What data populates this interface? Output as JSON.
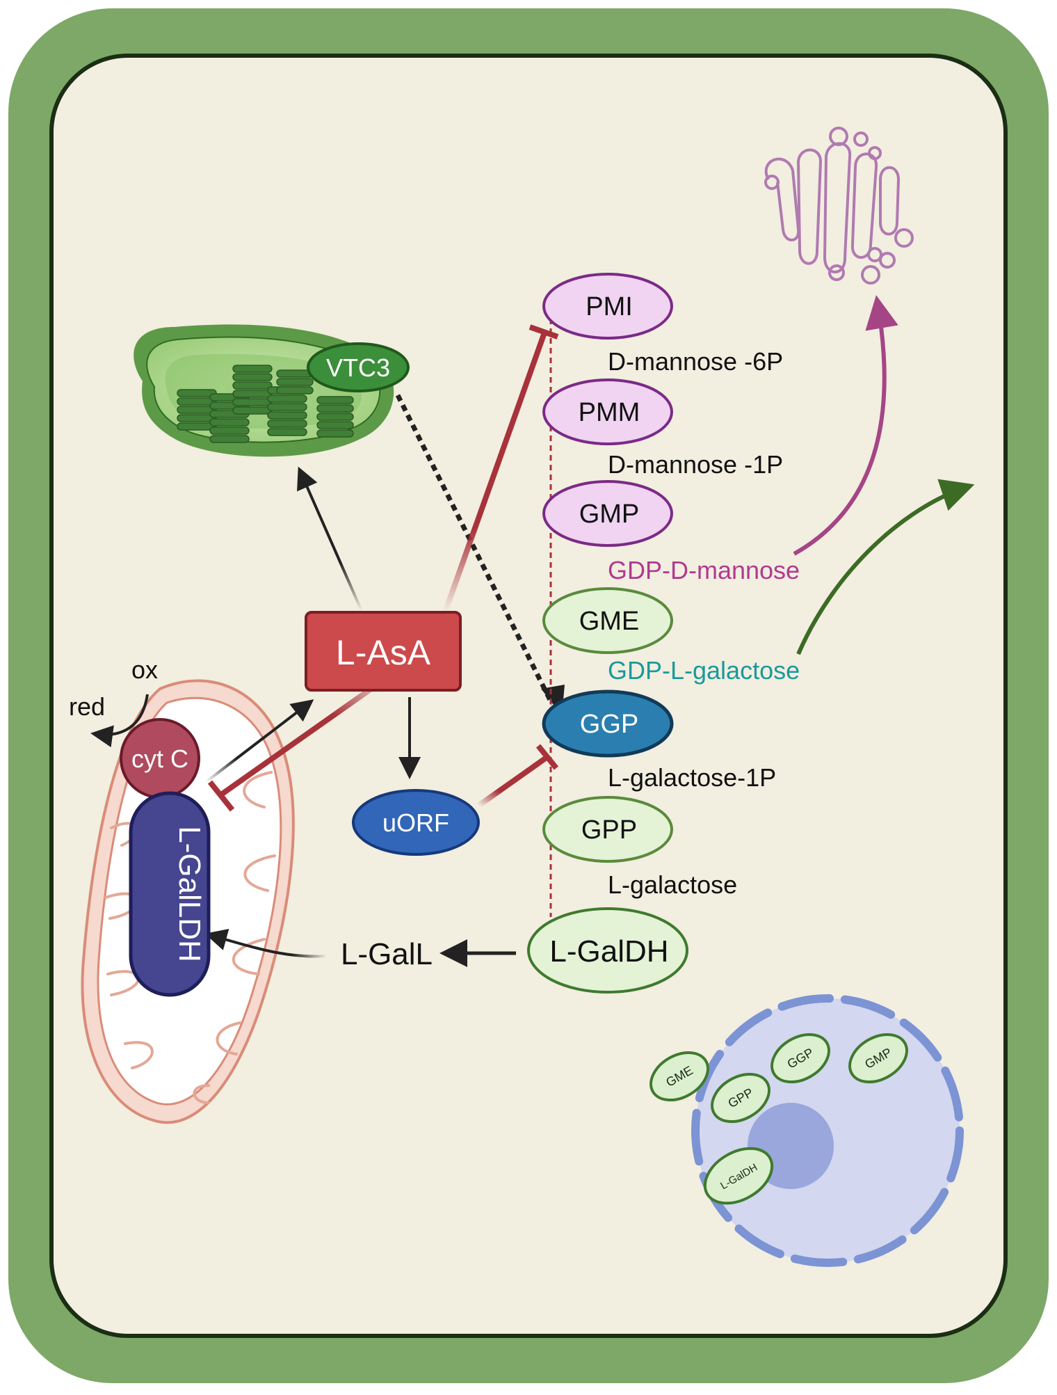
{
  "labels": {
    "vtc3": "VTC3",
    "lasa": "L-AsA",
    "ox": "ox",
    "red": "red",
    "cytc": "cyt C",
    "lgalldh": "L-GalLDH",
    "uorf": "uORF",
    "lgall": "L-GalL",
    "lgaldh": "L-GalDH"
  },
  "pathway": {
    "enzymes": {
      "pmi": "PMI",
      "pmm": "PMM",
      "gmp": "GMP",
      "gme": "GME",
      "ggp": "GGP",
      "gpp": "GPP"
    },
    "intermediates": {
      "man6p": "D-mannose -6P",
      "man1p": "D-mannose -1P",
      "gdpman": "GDP-D-mannose",
      "gdpgal": "GDP-L-galactose",
      "gal1p": "L-galactose-1P",
      "gal": "L-galactose"
    }
  },
  "nucleus": {
    "gme": "GME",
    "gpp": "GPP",
    "ggp": "GGP",
    "gmp": "GMP",
    "lgaldh": "L-GalDH"
  },
  "colors": {
    "cell_wall": "#7da867",
    "cytoplasm": "#f2eee0",
    "inhibition": "#a8323a",
    "purple_enzyme": "#7b2a86",
    "green_enzyme": "#5a8a3c",
    "ggp": "#2a7fb0",
    "gdp_mannose_text": "#b03a8f",
    "gdp_galactose_text": "#1a9a9a",
    "uorf": "#3166b8",
    "lgalldh": "#454590"
  }
}
